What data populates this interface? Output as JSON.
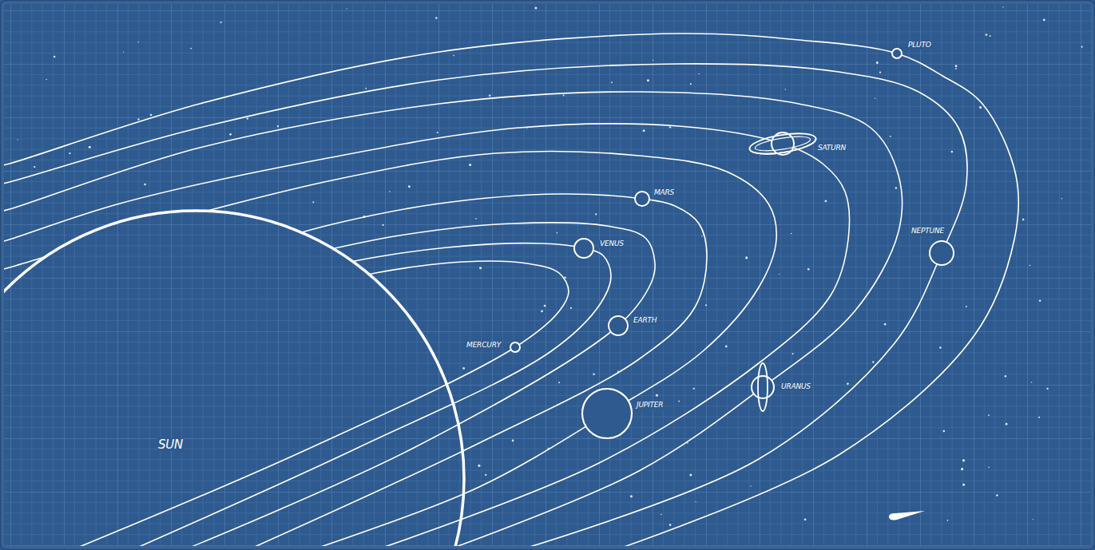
{
  "diagram": {
    "nodes": [
      {
        "text": [
          "SUN"
        ]
      },
      {
        "text": [
          "MERCURY"
        ]
      },
      {
        "text": [
          "VENUS"
        ]
      },
      {
        "text": [
          "EARTH"
        ]
      },
      {
        "text": [
          "MARS"
        ]
      },
      {
        "text": [
          "JUPITER"
        ]
      },
      {
        "text": [
          "SATURN"
        ]
      },
      {
        "text": [
          "URANUS"
        ]
      },
      {
        "text": [
          "NEPTUNE"
        ]
      },
      {
        "text": [
          "PLUTO"
        ]
      }
    ]
  }
}
